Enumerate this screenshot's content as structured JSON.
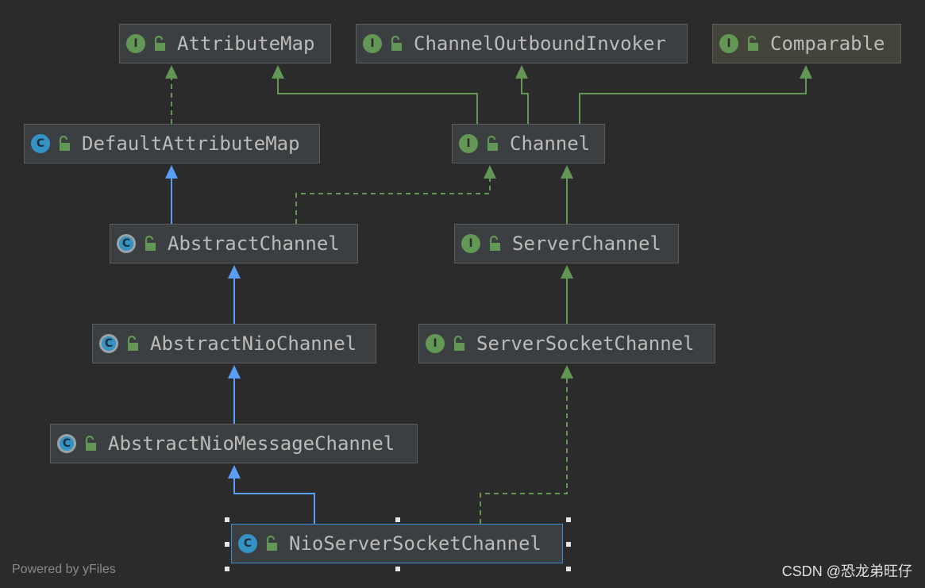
{
  "nodes": {
    "attributemap": {
      "name": "AttributeMap",
      "kind": "interface",
      "badge": "I"
    },
    "channeloutboundinvoker": {
      "name": "ChannelOutboundInvoker",
      "kind": "interface",
      "badge": "I"
    },
    "comparable": {
      "name": "Comparable",
      "kind": "interface",
      "badge": "I"
    },
    "defaultattributemap": {
      "name": "DefaultAttributeMap",
      "kind": "class",
      "badge": "C"
    },
    "channel": {
      "name": "Channel",
      "kind": "interface",
      "badge": "I"
    },
    "abstractchannel": {
      "name": "AbstractChannel",
      "kind": "abstract-class",
      "badge": "C"
    },
    "serverchannel": {
      "name": "ServerChannel",
      "kind": "interface",
      "badge": "I"
    },
    "abstractniochannel": {
      "name": "AbstractNioChannel",
      "kind": "abstract-class",
      "badge": "C"
    },
    "serversocketchannel": {
      "name": "ServerSocketChannel",
      "kind": "interface",
      "badge": "I"
    },
    "abstractniomessagechannel": {
      "name": "AbstractNioMessageChannel",
      "kind": "abstract-class",
      "badge": "C"
    },
    "nioserversocketchannel": {
      "name": "NioServerSocketChannel",
      "kind": "class",
      "badge": "C"
    }
  },
  "edges": [
    {
      "from": "DefaultAttributeMap",
      "to": "AttributeMap",
      "type": "implements"
    },
    {
      "from": "Channel",
      "to": "AttributeMap",
      "type": "extends"
    },
    {
      "from": "Channel",
      "to": "ChannelOutboundInvoker",
      "type": "extends"
    },
    {
      "from": "Channel",
      "to": "Comparable",
      "type": "extends"
    },
    {
      "from": "AbstractChannel",
      "to": "DefaultAttributeMap",
      "type": "extends"
    },
    {
      "from": "AbstractChannel",
      "to": "Channel",
      "type": "implements"
    },
    {
      "from": "ServerChannel",
      "to": "Channel",
      "type": "extends"
    },
    {
      "from": "AbstractNioChannel",
      "to": "AbstractChannel",
      "type": "extends"
    },
    {
      "from": "ServerSocketChannel",
      "to": "ServerChannel",
      "type": "extends"
    },
    {
      "from": "AbstractNioMessageChannel",
      "to": "AbstractNioChannel",
      "type": "extends"
    },
    {
      "from": "NioServerSocketChannel",
      "to": "AbstractNioMessageChannel",
      "type": "extends"
    },
    {
      "from": "NioServerSocketChannel",
      "to": "ServerSocketChannel",
      "type": "implements"
    }
  ],
  "colors": {
    "background": "#2b2b2b",
    "node_fill": "#3c3f41",
    "interface_edge": "#629755",
    "class_edge": "#589df6",
    "selection": "#3d8ddb",
    "icon_interface": "#629755",
    "icon_class": "#3592c4",
    "text": "#bbbbbb"
  },
  "selected_node": "NioServerSocketChannel",
  "footer": {
    "powered_by": "Powered by yFiles",
    "watermark": "CSDN @恐龙弟旺仔"
  }
}
